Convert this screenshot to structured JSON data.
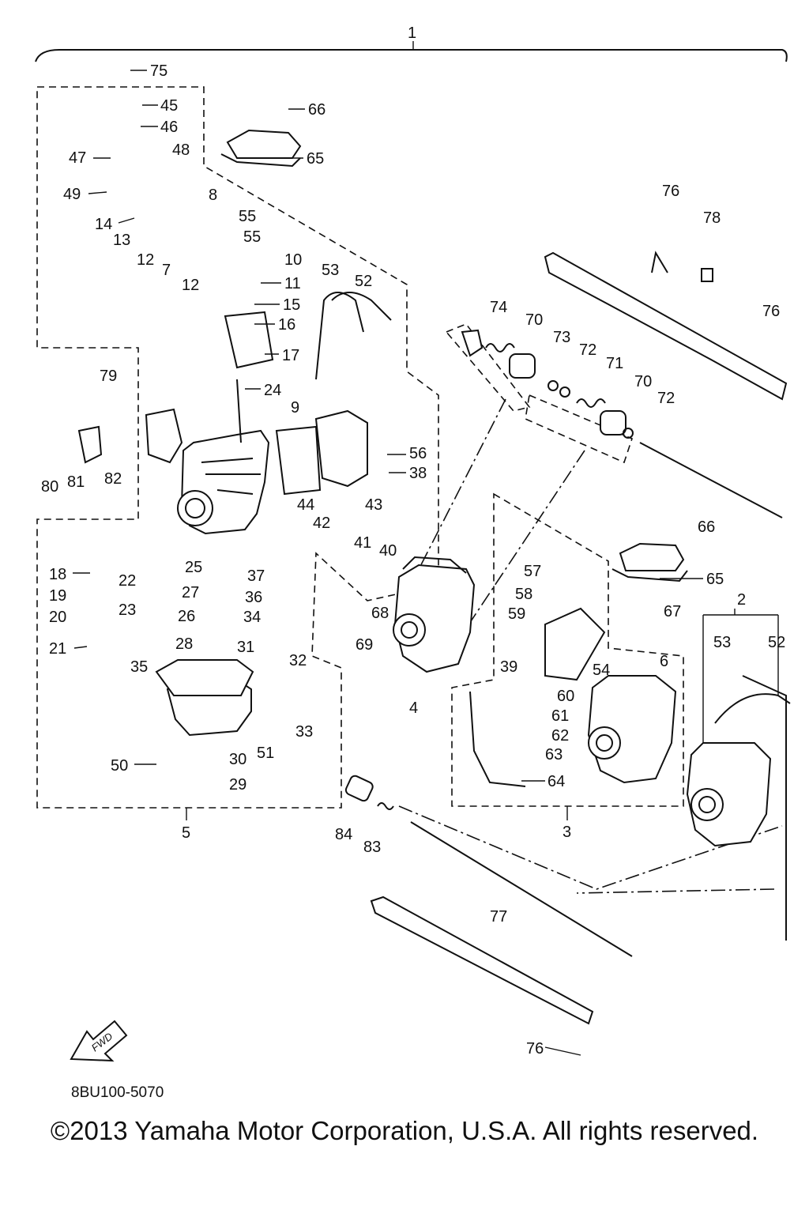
{
  "diagram": {
    "drawing_code": "8BU100-5070",
    "copyright": "©2013 Yamaha Motor Corporation, U.S.A. All rights reserved.",
    "fwd_label": "FWD",
    "callouts": [
      {
        "id": "c1",
        "text": "1"
      },
      {
        "id": "c75",
        "text": "75"
      },
      {
        "id": "c45",
        "text": "45"
      },
      {
        "id": "c46",
        "text": "46"
      },
      {
        "id": "c47",
        "text": "47"
      },
      {
        "id": "c48",
        "text": "48"
      },
      {
        "id": "c66a",
        "text": "66"
      },
      {
        "id": "c65a",
        "text": "65"
      },
      {
        "id": "c49",
        "text": "49"
      },
      {
        "id": "c8",
        "text": "8"
      },
      {
        "id": "c14",
        "text": "14"
      },
      {
        "id": "c55a",
        "text": "55"
      },
      {
        "id": "c13",
        "text": "13"
      },
      {
        "id": "c55b",
        "text": "55"
      },
      {
        "id": "c12a",
        "text": "12"
      },
      {
        "id": "c7",
        "text": "7"
      },
      {
        "id": "c12b",
        "text": "12"
      },
      {
        "id": "c10",
        "text": "10"
      },
      {
        "id": "c11",
        "text": "11"
      },
      {
        "id": "c53a",
        "text": "53"
      },
      {
        "id": "c52a",
        "text": "52"
      },
      {
        "id": "c15",
        "text": "15"
      },
      {
        "id": "c16",
        "text": "16"
      },
      {
        "id": "c17",
        "text": "17"
      },
      {
        "id": "c76a",
        "text": "76"
      },
      {
        "id": "c78",
        "text": "78"
      },
      {
        "id": "c76b",
        "text": "76"
      },
      {
        "id": "c74",
        "text": "74"
      },
      {
        "id": "c70a",
        "text": "70"
      },
      {
        "id": "c73",
        "text": "73"
      },
      {
        "id": "c72a",
        "text": "72"
      },
      {
        "id": "c71",
        "text": "71"
      },
      {
        "id": "c70b",
        "text": "70"
      },
      {
        "id": "c72b",
        "text": "72"
      },
      {
        "id": "c79",
        "text": "79"
      },
      {
        "id": "c24",
        "text": "24"
      },
      {
        "id": "c9",
        "text": "9"
      },
      {
        "id": "c56",
        "text": "56"
      },
      {
        "id": "c38",
        "text": "38"
      },
      {
        "id": "c80",
        "text": "80"
      },
      {
        "id": "c81",
        "text": "81"
      },
      {
        "id": "c82",
        "text": "82"
      },
      {
        "id": "c44",
        "text": "44"
      },
      {
        "id": "c43",
        "text": "43"
      },
      {
        "id": "c42",
        "text": "42"
      },
      {
        "id": "c41",
        "text": "41"
      },
      {
        "id": "c40",
        "text": "40"
      },
      {
        "id": "c66b",
        "text": "66"
      },
      {
        "id": "c18",
        "text": "18"
      },
      {
        "id": "c22",
        "text": "22"
      },
      {
        "id": "c25",
        "text": "25"
      },
      {
        "id": "c37",
        "text": "37"
      },
      {
        "id": "c57",
        "text": "57"
      },
      {
        "id": "c65b",
        "text": "65"
      },
      {
        "id": "c19",
        "text": "19"
      },
      {
        "id": "c27",
        "text": "27"
      },
      {
        "id": "c36",
        "text": "36"
      },
      {
        "id": "c58",
        "text": "58"
      },
      {
        "id": "c2",
        "text": "2"
      },
      {
        "id": "c20",
        "text": "20"
      },
      {
        "id": "c23",
        "text": "23"
      },
      {
        "id": "c26",
        "text": "26"
      },
      {
        "id": "c34",
        "text": "34"
      },
      {
        "id": "c68",
        "text": "68"
      },
      {
        "id": "c59",
        "text": "59"
      },
      {
        "id": "c67",
        "text": "67"
      },
      {
        "id": "c53b",
        "text": "53"
      },
      {
        "id": "c52b",
        "text": "52"
      },
      {
        "id": "c21",
        "text": "21"
      },
      {
        "id": "c28",
        "text": "28"
      },
      {
        "id": "c31",
        "text": "31"
      },
      {
        "id": "c69",
        "text": "69"
      },
      {
        "id": "c6",
        "text": "6"
      },
      {
        "id": "c39",
        "text": "39"
      },
      {
        "id": "c35",
        "text": "35"
      },
      {
        "id": "c32",
        "text": "32"
      },
      {
        "id": "c54",
        "text": "54"
      },
      {
        "id": "c4",
        "text": "4"
      },
      {
        "id": "c60",
        "text": "60"
      },
      {
        "id": "c33",
        "text": "33"
      },
      {
        "id": "c61",
        "text": "61"
      },
      {
        "id": "c62",
        "text": "62"
      },
      {
        "id": "c51",
        "text": "51"
      },
      {
        "id": "c63",
        "text": "63"
      },
      {
        "id": "c50",
        "text": "50"
      },
      {
        "id": "c30",
        "text": "30"
      },
      {
        "id": "c29",
        "text": "29"
      },
      {
        "id": "c64",
        "text": "64"
      },
      {
        "id": "c5",
        "text": "5"
      },
      {
        "id": "c84",
        "text": "84"
      },
      {
        "id": "c83",
        "text": "83"
      },
      {
        "id": "c3",
        "text": "3"
      },
      {
        "id": "c77",
        "text": "77"
      },
      {
        "id": "c76c",
        "text": "76"
      }
    ]
  }
}
